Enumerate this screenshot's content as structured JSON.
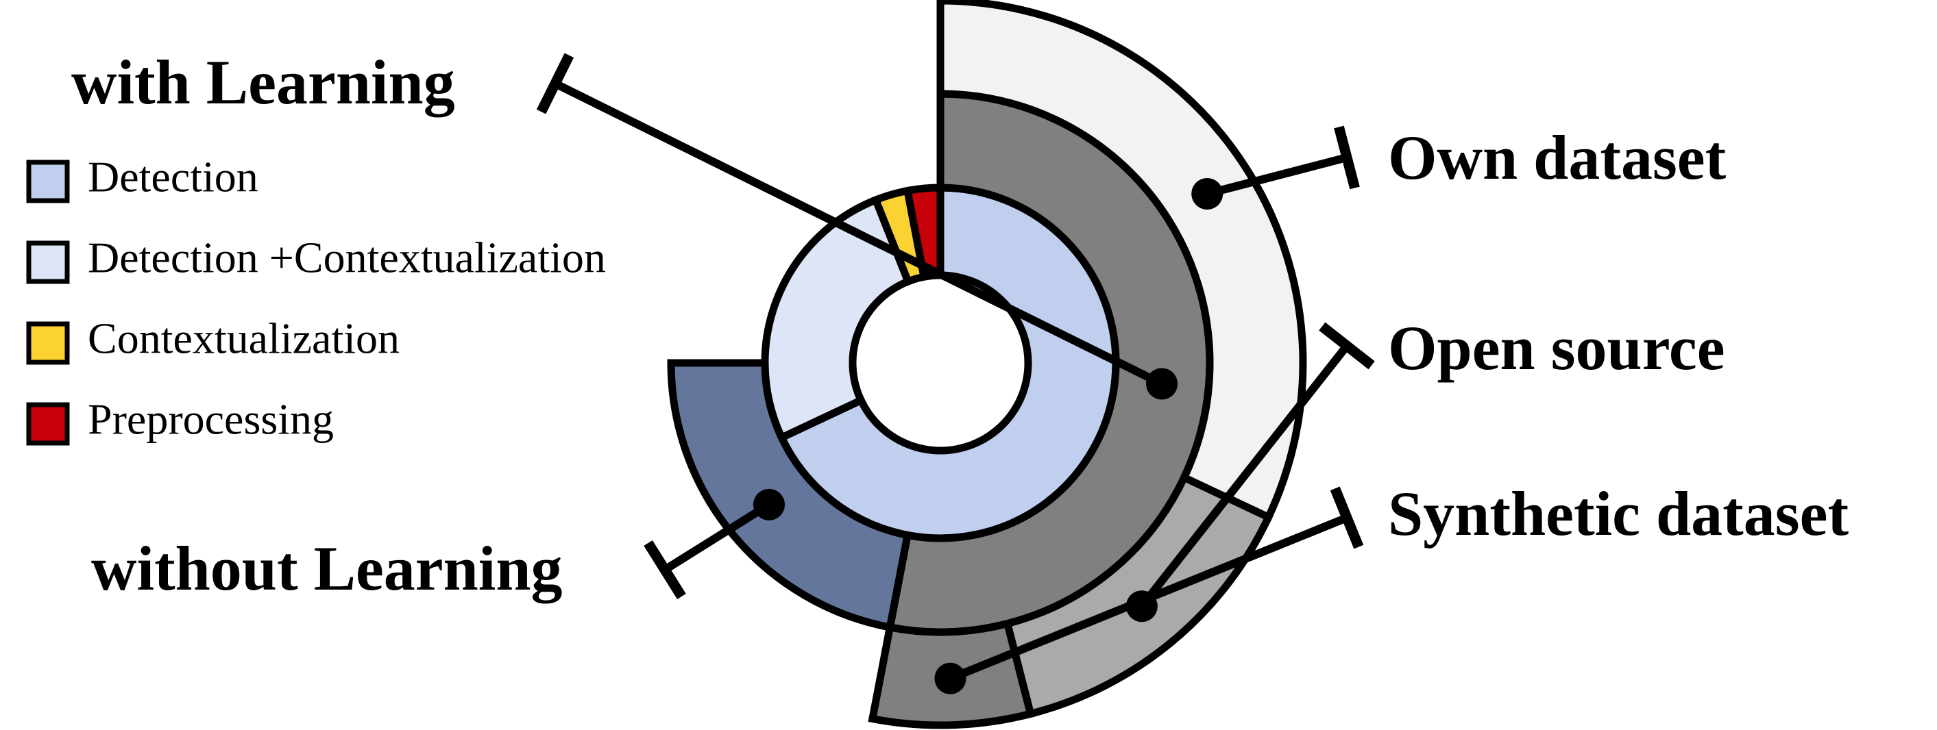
{
  "chart_data": {
    "type": "sunburst",
    "legend": {
      "placement": "left",
      "items": [
        {
          "label": "Detection",
          "color": "#bfcfed"
        },
        {
          "label": "Detection +Contextualization",
          "color": "#dee5f6"
        },
        {
          "label": "Contextualization",
          "color": "#fad232"
        },
        {
          "label": "Preprocessing",
          "color": "#c8000a"
        }
      ]
    },
    "rings": {
      "inner": [
        {
          "category": "Detection",
          "value": 68,
          "color": "#bfcfed"
        },
        {
          "category": "Detection +Contextualization",
          "value": 26,
          "color": "#dee5f6"
        },
        {
          "category": "Contextualization",
          "value": 3,
          "color": "#fad232"
        },
        {
          "category": "Preprocessing",
          "value": 3,
          "color": "#c8000a"
        }
      ],
      "middle": [
        {
          "category": "with Learning",
          "value": 53,
          "color": "#808080"
        },
        {
          "category": "without Learning",
          "value": 22,
          "color": "#64769c"
        }
      ],
      "outer": [
        {
          "category": "Own dataset",
          "value": 32,
          "color": "#f2f2f2"
        },
        {
          "category": "Open source",
          "value": 14,
          "color": "#aaaaaa"
        },
        {
          "category": "Synthetic dataset",
          "value": 7,
          "color": "#808080"
        }
      ]
    },
    "callouts": [
      {
        "label": "with Learning",
        "ring": "middle",
        "index": 0
      },
      {
        "label": "without Learning",
        "ring": "middle",
        "index": 1
      },
      {
        "label": "Own dataset",
        "ring": "outer",
        "index": 0
      },
      {
        "label": "Open source",
        "ring": "outer",
        "index": 1
      },
      {
        "label": "Synthetic dataset",
        "ring": "outer",
        "index": 2
      }
    ]
  }
}
